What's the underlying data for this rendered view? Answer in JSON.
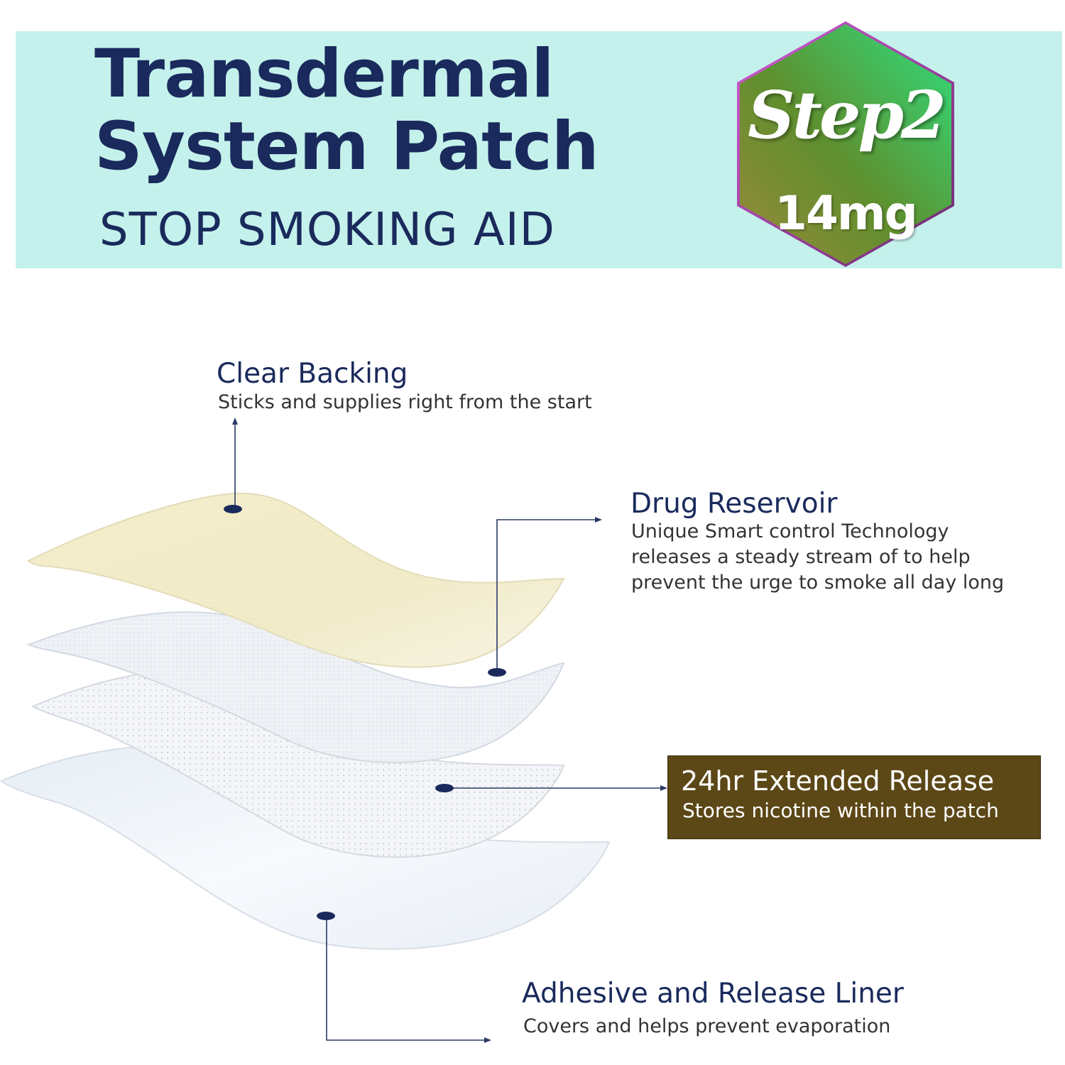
{
  "header": {
    "title_line1": "Transdermal",
    "title_line2": "System Patch",
    "subtitle": "STOP SMOKING AID",
    "band_color": "#c5f1ec",
    "text_color": "#1a2a5c"
  },
  "badge": {
    "step_text": "Step2",
    "dose_text": "14mg",
    "shape": "hexagon"
  },
  "layers": [
    {
      "name": "Clear Backing",
      "description": [
        "Sticks and supplies right from the start"
      ]
    },
    {
      "name": "Drug Reservoir",
      "description": [
        "Unique Smart control Technology",
        "releases a steady stream of to help",
        "prevent the urge to smoke all day long"
      ]
    },
    {
      "name": "24hr Extended Release",
      "description": [
        "Stores nicotine within the patch"
      ],
      "box_color": "#5c4716"
    },
    {
      "name": "Adhesive and Release Liner",
      "description": [
        "Covers and helps prevent evaporation"
      ]
    }
  ]
}
